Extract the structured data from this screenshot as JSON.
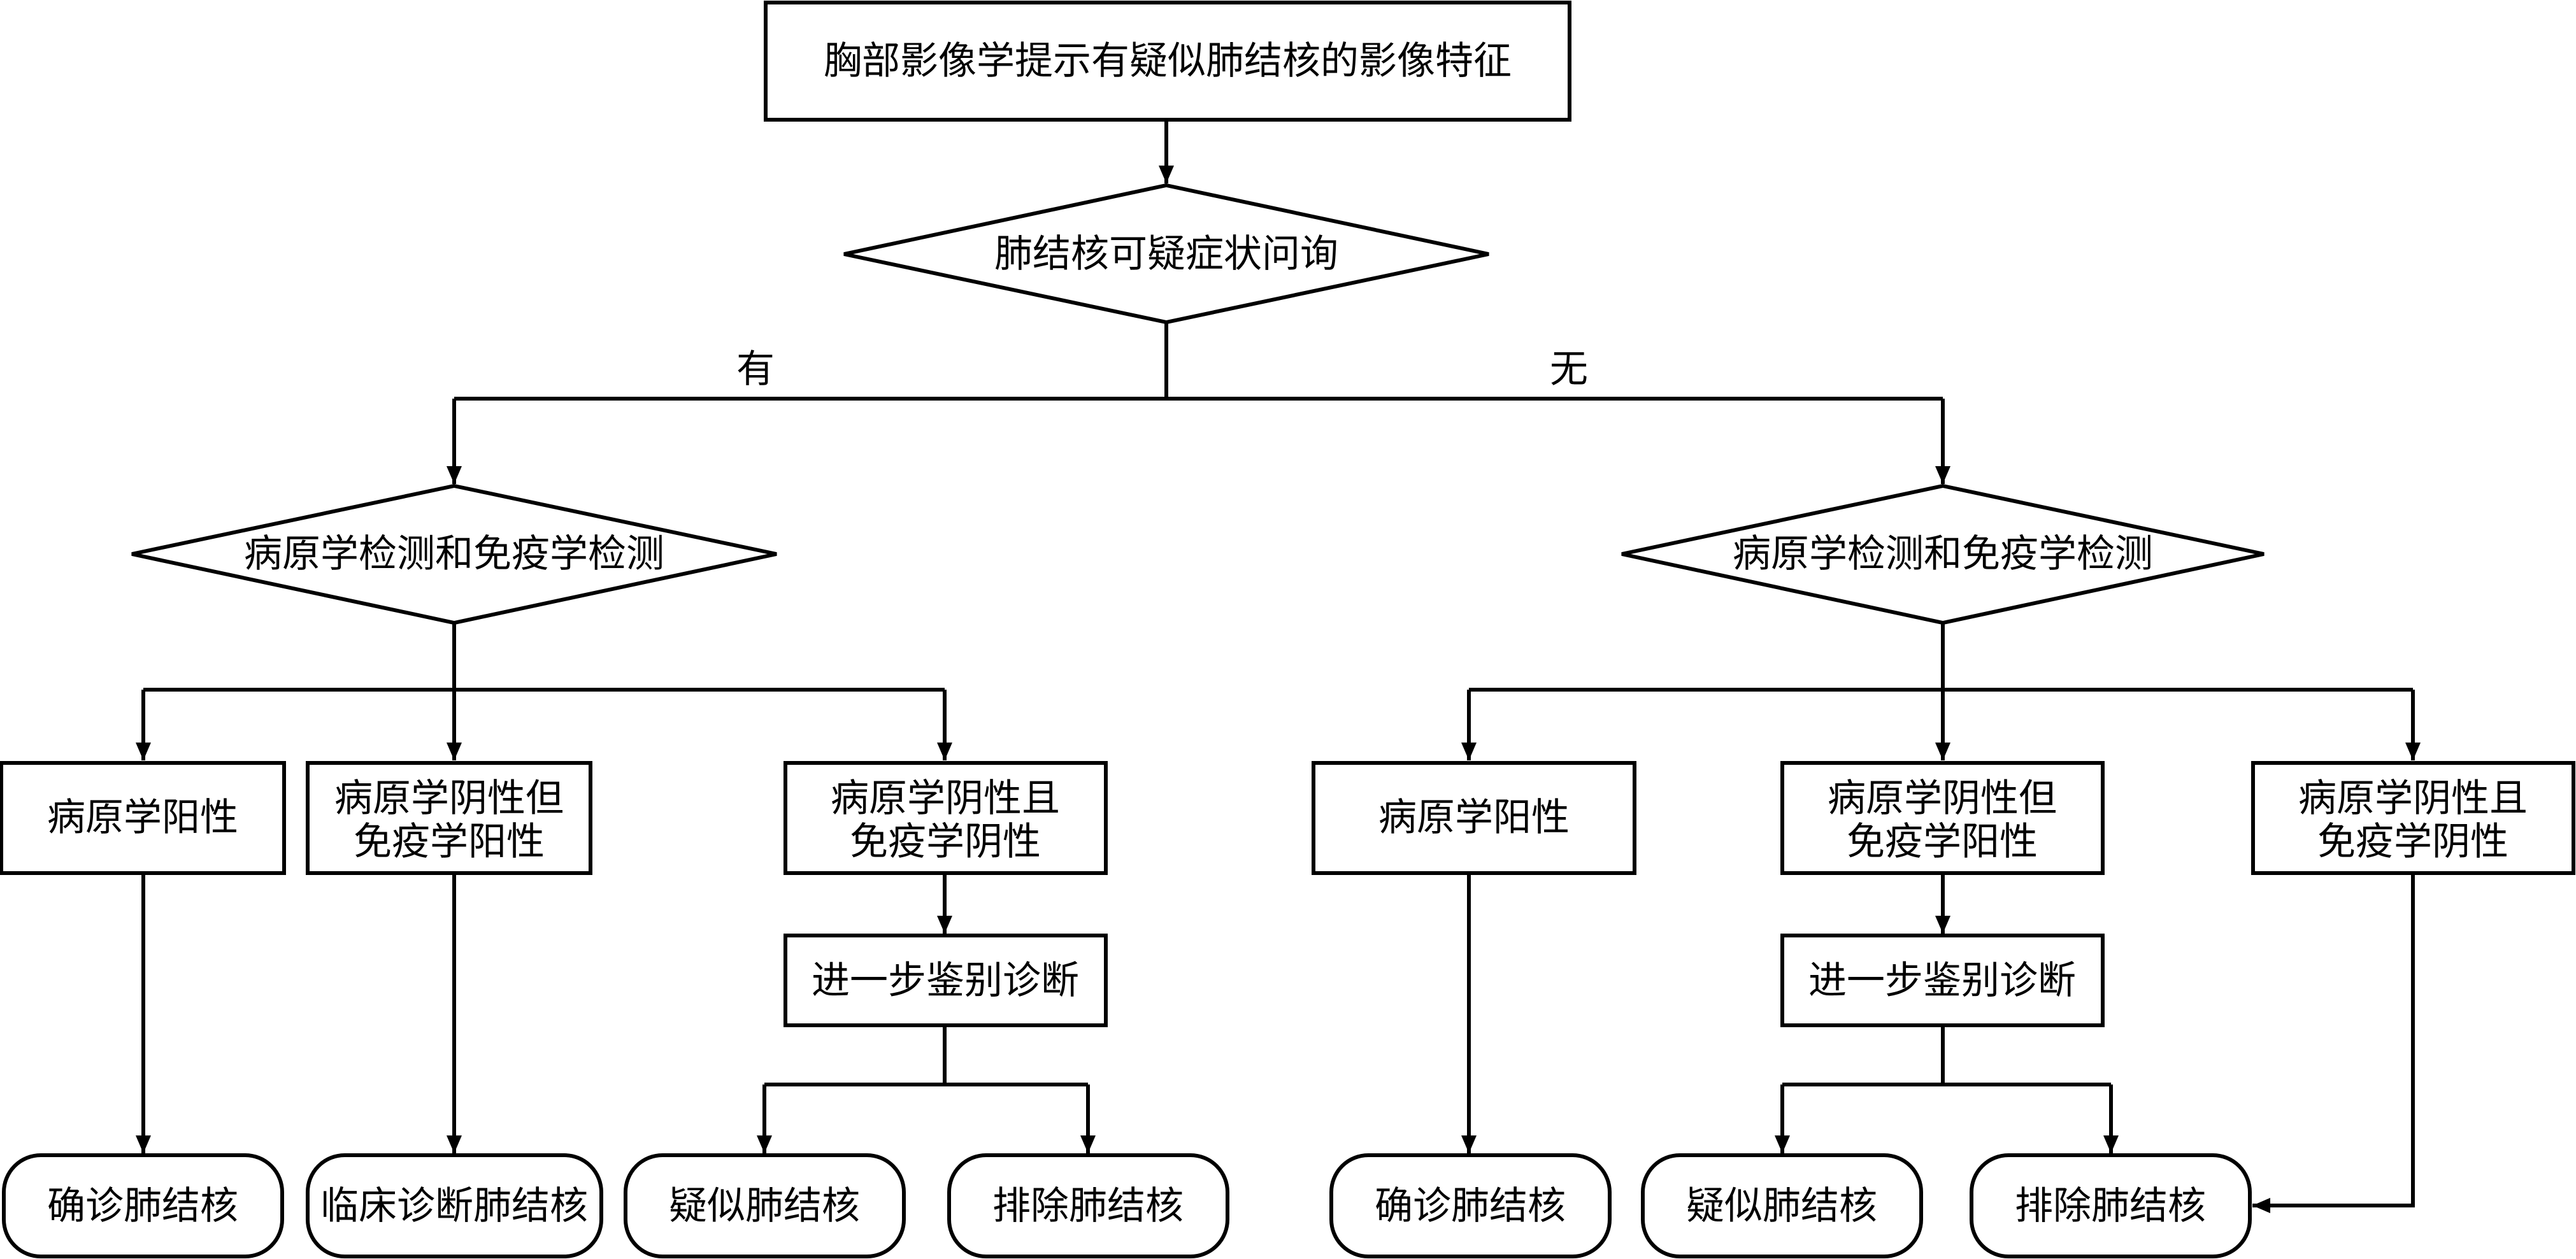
{
  "nodes": {
    "start": "胸部影像学提示有疑似肺结核的影像特征",
    "symptom": "肺结核可疑症状问询",
    "test_left": "病原学检测和免疫学检测",
    "test_right": "病原学检测和免疫学检测",
    "l_pos": "病原学阳性",
    "l_neg_imm_pos": [
      "病原学阴性但",
      "免疫学阳性"
    ],
    "l_neg_imm_neg": [
      "病原学阴性且",
      "免疫学阴性"
    ],
    "l_further": "进一步鉴别诊断",
    "l_confirmed": "确诊肺结核",
    "l_clinical": "临床诊断肺结核",
    "l_suspected": "疑似肺结核",
    "l_excluded": "排除肺结核",
    "r_pos": "病原学阳性",
    "r_neg_imm_pos": [
      "病原学阴性但",
      "免疫学阳性"
    ],
    "r_neg_imm_neg": [
      "病原学阴性且",
      "免疫学阴性"
    ],
    "r_further": "进一步鉴别诊断",
    "r_confirmed": "确诊肺结核",
    "r_suspected": "疑似肺结核",
    "r_excluded": "排除肺结核"
  },
  "branches": {
    "yes": "有",
    "no": "无"
  }
}
